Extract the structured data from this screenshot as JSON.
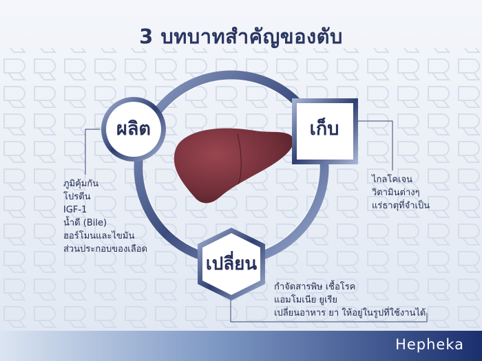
{
  "title": "3 บทบาทสำคัญของตับ",
  "nodes": {
    "produce": {
      "label": "ผลิต",
      "items": [
        "ภูมิคุ้มกัน",
        "โปรตีน",
        "IGF-1",
        "น้ำดี (Bile)",
        "ฮอร์โมนและไขมัน",
        "ส่วนประกอบของเลือด"
      ]
    },
    "store": {
      "label": "เก็บ",
      "items": [
        "ไกลโคเจน",
        "วิตามินต่างๆ",
        "แร่ธาตุที่จำเป็น"
      ]
    },
    "change": {
      "label": "เปลี่ยน",
      "items": [
        "กำจัดสารพิษ เชื้อโรค",
        "แอมโมเนีย ยูเรีย",
        "เปลี่ยนอาหาร ยา ให้อยู่ในรูปที่ใช้งานได้"
      ]
    }
  },
  "center_icon": "liver-icon",
  "colors": {
    "ring": "#4a5a8c",
    "node_border": "#3d4d7c",
    "text": "#26305a",
    "liver": "#7a3038",
    "footer": "#1b2f6e"
  },
  "brand": "Hepheka"
}
